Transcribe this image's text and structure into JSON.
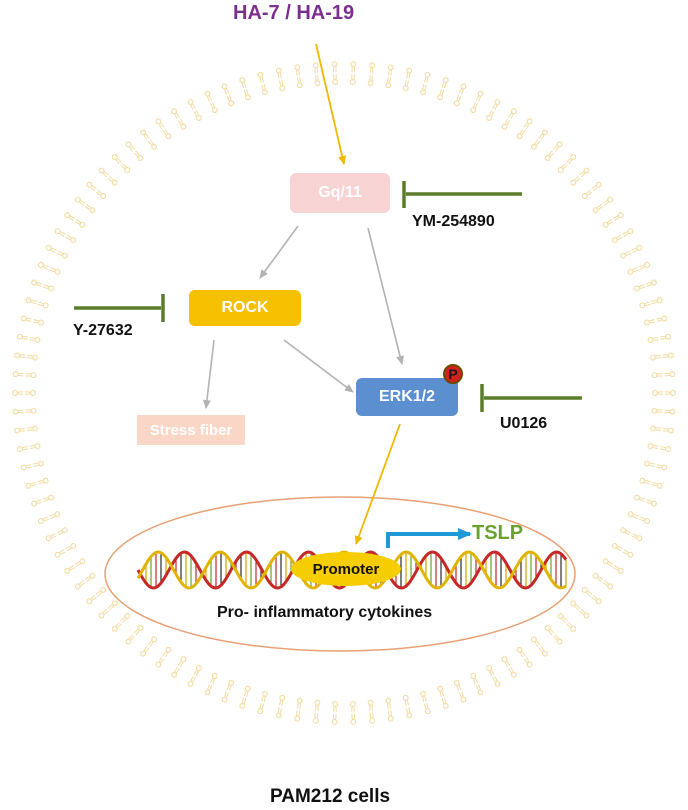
{
  "ligand": "HA-7 / HA-19",
  "nodes": {
    "gq": "Gq/11",
    "rock": "ROCK",
    "erk": "ERK1/2",
    "stress_fiber": "Stress fiber",
    "promoter": "Promoter",
    "phospho": "P"
  },
  "inhibitors": {
    "gq": "YM-254890",
    "rock": "Y-27632",
    "erk": "U0126"
  },
  "gene": "TSLP",
  "nucleus_label": "Pro- inflammatory cytokines",
  "cell_label": "PAM212 cells",
  "colors": {
    "ligand": "#7b2f8f",
    "gq": "#f8d3d3",
    "rock": "#f5c000",
    "erk": "#5b8fd0",
    "stress_fiber": "#f9d6c6",
    "inhibitor": "#5a7d2a",
    "tslp": "#6aa22e",
    "membrane": "#f3dba0",
    "nucleus": "#e8a074",
    "activation_arrow": "#f0b800",
    "path_arrow": "#b3b3b3",
    "transcription_arrow": "#1e9ad6"
  }
}
